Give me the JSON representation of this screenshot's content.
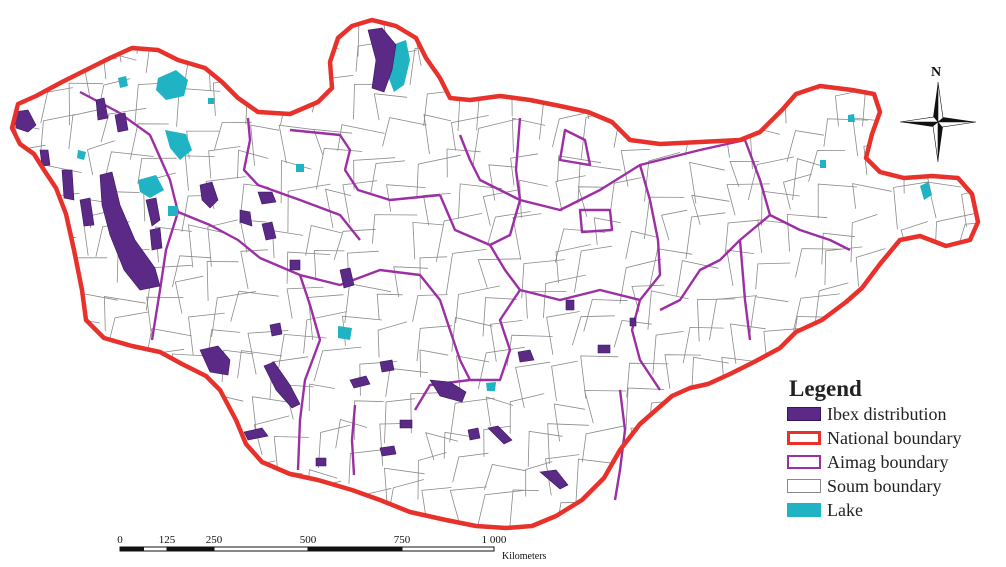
{
  "colors": {
    "ibex": "#5b2a86",
    "national": "#e8312b",
    "aimag": "#9c2fa3",
    "soum": "#8a8a8a",
    "lake": "#1fb3c4",
    "land": "#ffffff"
  },
  "north_arrow": {
    "label": "N"
  },
  "legend": {
    "title": "Legend",
    "items": [
      {
        "label": "Ibex distribution",
        "kind": "ibex"
      },
      {
        "label": "National boundary",
        "kind": "national"
      },
      {
        "label": "Aimag boundary",
        "kind": "aimag"
      },
      {
        "label": "Soum boundary",
        "kind": "soum"
      },
      {
        "label": "Lake",
        "kind": "lake"
      }
    ]
  },
  "scale_bar": {
    "ticks": [
      "0",
      "125",
      "250",
      "500",
      "750",
      "1 000"
    ],
    "unit": "Kilometers"
  }
}
